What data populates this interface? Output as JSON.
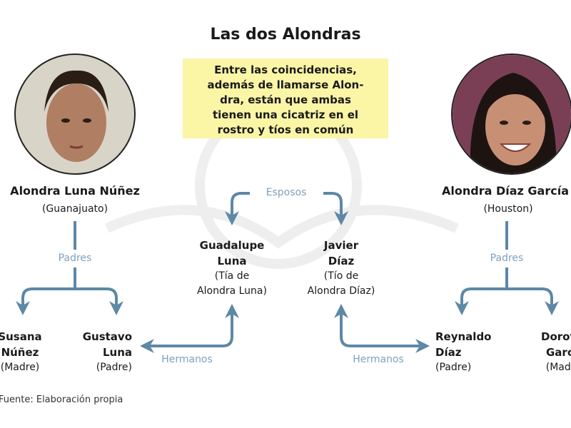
{
  "title": "Las dos Alondras",
  "note": [
    "Entre las coincidencias,",
    "además de llamarse Alon-",
    "dra, están que ambas",
    "tienen  una cicatriz en el",
    "rostro y tíos en común"
  ],
  "left": {
    "name": "Alondra Luna Núñez",
    "place": "(Guanajuato)",
    "parents_label": "Padres",
    "mother": [
      "Susana",
      "Núñez",
      "(Madre)"
    ],
    "father": [
      "Gustavo",
      "Luna",
      "(Padre)"
    ]
  },
  "right": {
    "name": "Alondra Díaz García",
    "place": "(Houston)",
    "parents_label": "Padres",
    "father": [
      "Reynaldo",
      "Díaz",
      "(Padre)"
    ],
    "mother": [
      "Dorotea",
      "García",
      "(Madre)"
    ]
  },
  "center": {
    "spouses_label": "Esposos",
    "aunt": [
      "Guadalupe",
      "Luna",
      "(Tía de",
      "Alondra Luna)"
    ],
    "uncle": [
      "Javier",
      "Díaz",
      "(Tío de",
      "Alondra Díaz)"
    ],
    "siblings_label_left": "Hermanos",
    "siblings_label_right": "Hermanos"
  },
  "source": "Fuente: Elaboración propia",
  "colors": {
    "arrow": "#5d88a6",
    "label": "#7fa2bb",
    "note_bg": "#fbf5a6"
  }
}
